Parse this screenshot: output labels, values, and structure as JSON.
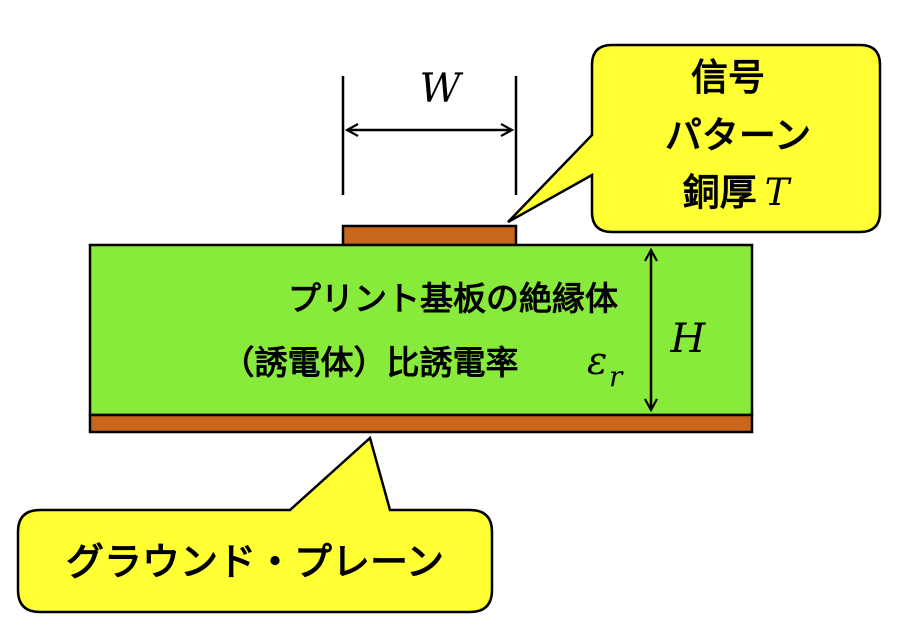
{
  "colors": {
    "substrate": "#88ea3a",
    "copper": "#c8661d",
    "callout_fill": "#ffff33",
    "stroke": "#000000"
  },
  "dimensions": {
    "width_label": "W",
    "height_label": "H"
  },
  "signal_callout": {
    "line1": "信号",
    "line2": "パターン",
    "line3_prefix": "銅厚",
    "line3_symbol": "T"
  },
  "substrate_label": {
    "line1": "プリント基板の絶縁体",
    "line2_prefix": "（誘電体）比誘電率",
    "epsilon": "ε",
    "subscript": "r"
  },
  "ground_callout": {
    "label": "グラウンド・プレーン"
  }
}
